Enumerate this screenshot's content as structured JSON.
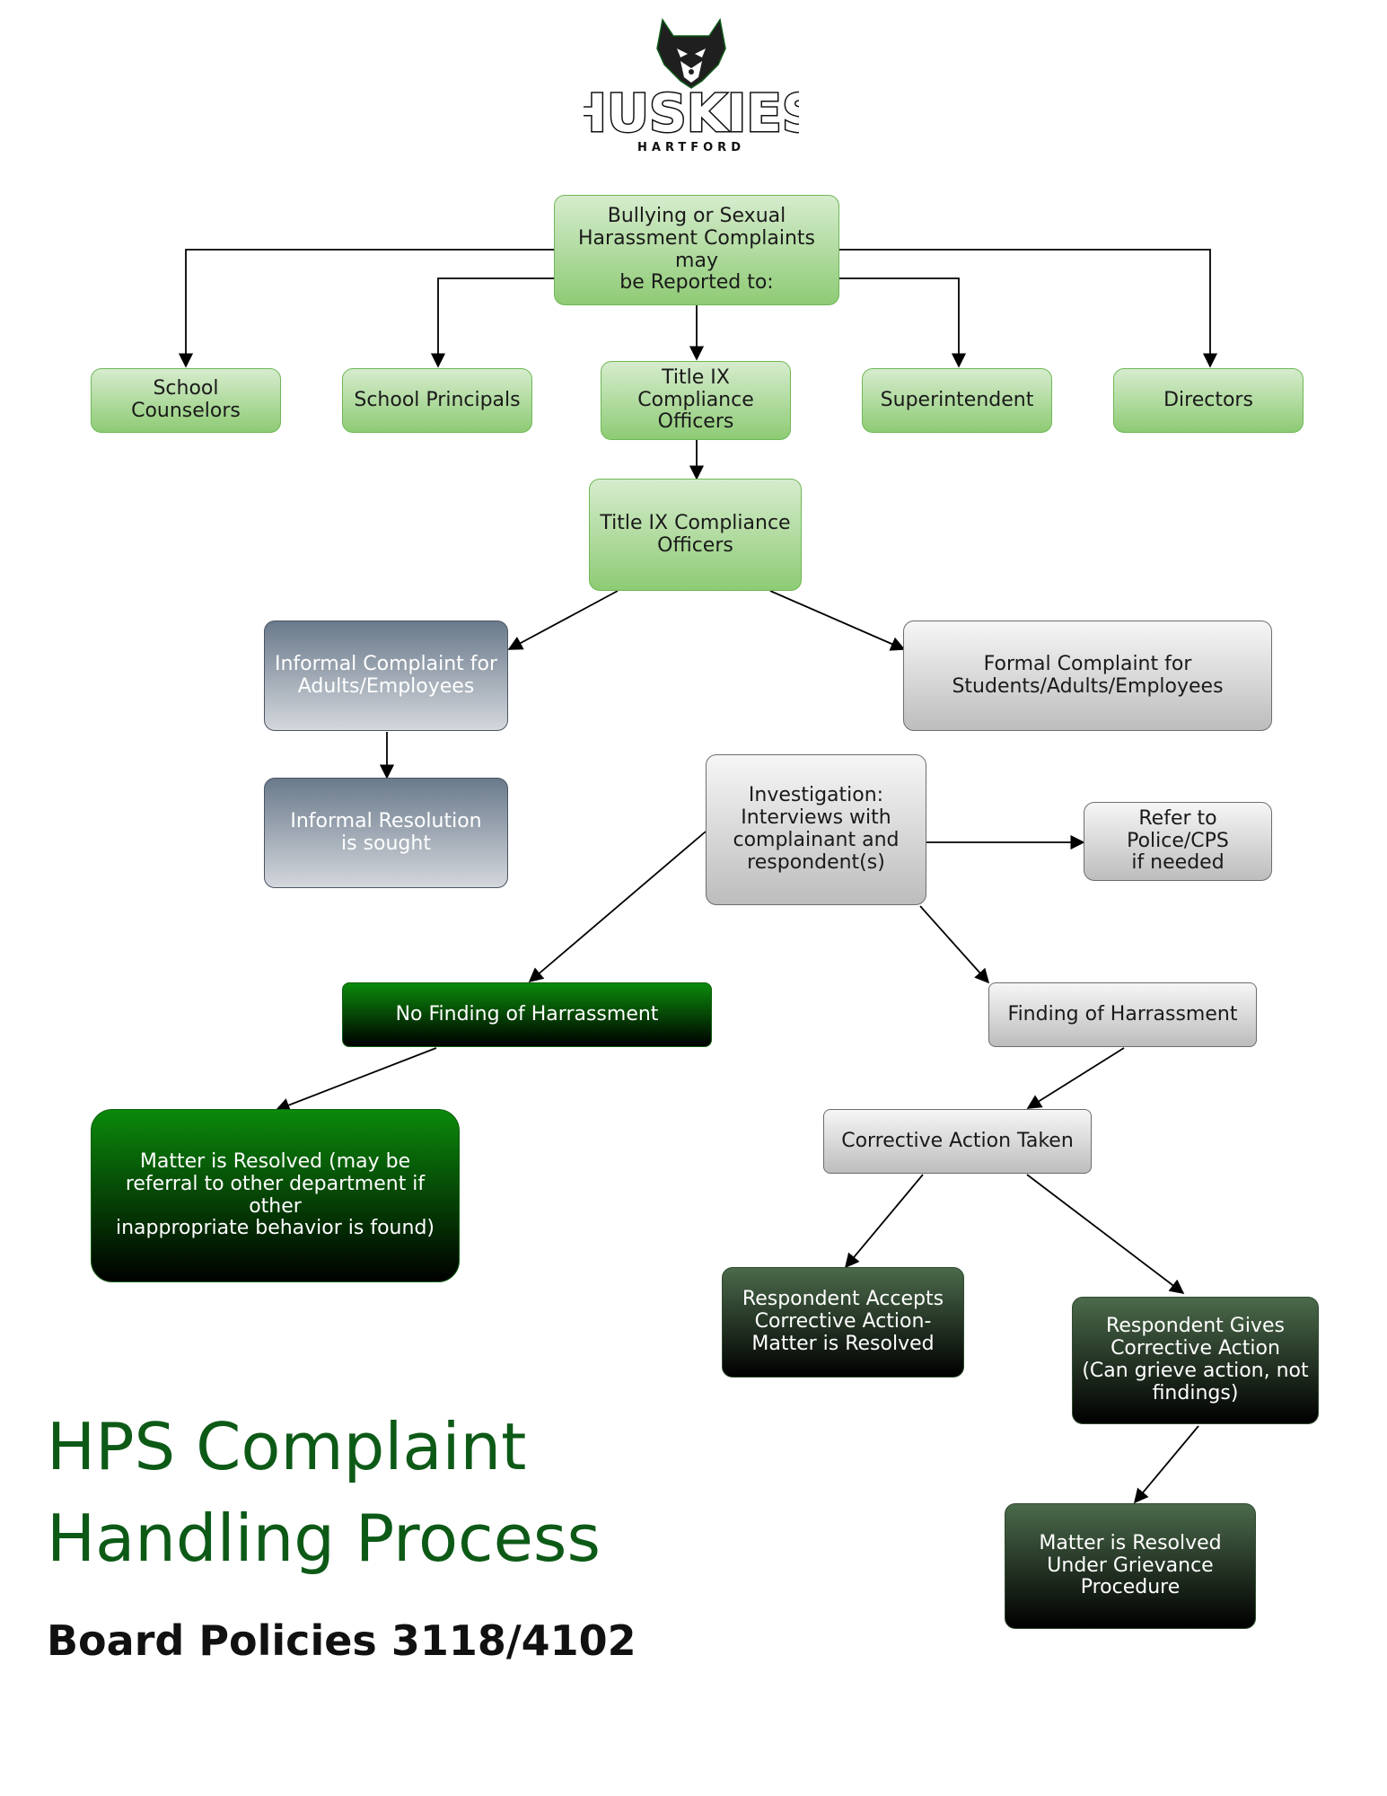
{
  "logo": {
    "name": "HUSKIES",
    "location": "HARTFORD",
    "mascot": "husky-head-icon"
  },
  "title": "HPS Complaint\nHandling Process",
  "subtitle": "Board Policies 3118/4102",
  "colors": {
    "title_green": "#0d5a17",
    "light_green_top": "#d6eccd",
    "light_green_bottom": "#8ecb75",
    "slate_top": "#6a7a8c",
    "gray_top": "#f6f6f6",
    "bright_green_top": "#0b8a0b",
    "dark_green_top": "#4b6a4b"
  },
  "nodes": {
    "reporting": "Bullying or Sexual\nHarassment Complaints\nmay\nbe Reported to:",
    "counselors": "School\nCounselors",
    "principals": "School Principals",
    "title_ix_small": "Title IX\nCompliance\nOfficers",
    "superintendent": "Superintendent",
    "directors": "Directors",
    "title_ix": "Title IX Compliance\nOfficers",
    "informal_complaint": "Informal Complaint for\nAdults/Employees",
    "formal_complaint": "Formal Complaint for\nStudents/Adults/Employees",
    "informal_resolution": "Informal Resolution\nis sought",
    "investigation": "Investigation:\nInterviews with\ncomplainant and\nrespondent(s)",
    "refer_police": "Refer to\nPolice/CPS\nif needed",
    "no_finding": "No Finding of Harrassment",
    "finding": "Finding of Harrassment",
    "matter_resolved": "Matter is Resolved (may be\nreferral to other department if other\ninappropriate behavior is found)",
    "corrective_action": "Corrective Action Taken",
    "accepts": "Respondent Accepts\nCorrective Action-\nMatter is Resolved",
    "grieves": "Respondent Gives\nCorrective Action\n(Can grieve action, not\nfindings)",
    "grievance_resolved": "Matter is Resolved\nUnder Grievance\nProcedure"
  }
}
